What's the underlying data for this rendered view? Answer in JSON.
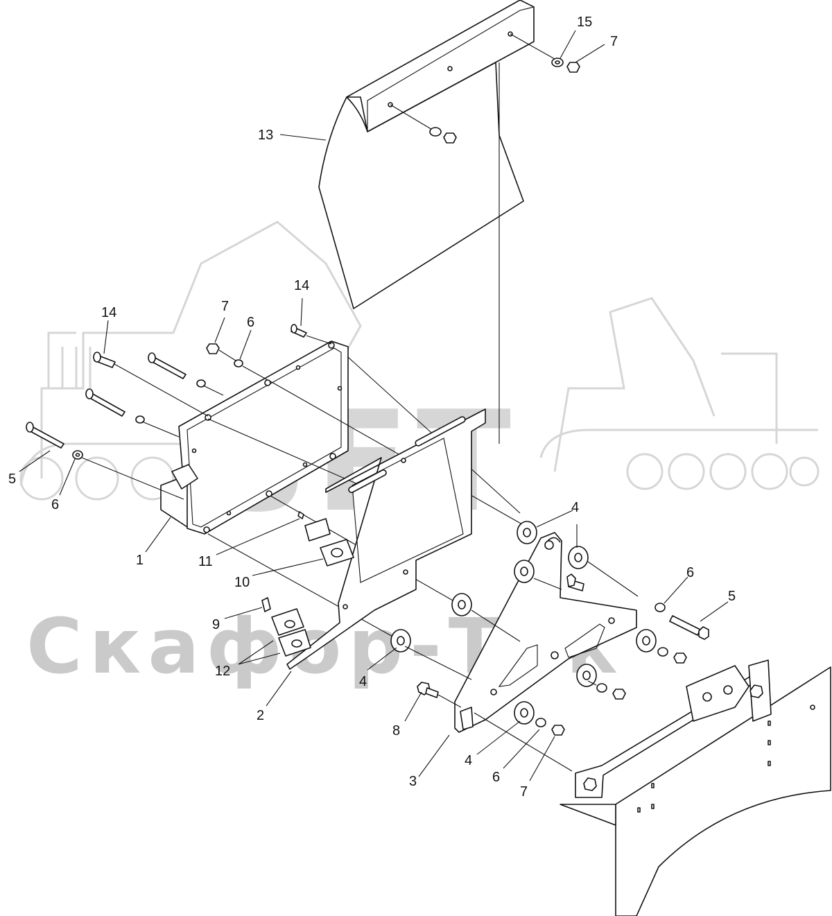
{
  "watermark": {
    "logo_text": "SFT",
    "company_text": "Скафор-Тек"
  },
  "callouts": [
    {
      "id": "c15",
      "text": "15"
    },
    {
      "id": "c7a",
      "text": "7"
    },
    {
      "id": "c13",
      "text": "13"
    },
    {
      "id": "c14a",
      "text": "14"
    },
    {
      "id": "c7b",
      "text": "7"
    },
    {
      "id": "c6a",
      "text": "6"
    },
    {
      "id": "c14b",
      "text": "14"
    },
    {
      "id": "c5a",
      "text": "5"
    },
    {
      "id": "c6b",
      "text": "6"
    },
    {
      "id": "c1",
      "text": "1"
    },
    {
      "id": "c11",
      "text": "11"
    },
    {
      "id": "c10",
      "text": "10"
    },
    {
      "id": "c9",
      "text": "9"
    },
    {
      "id": "c12",
      "text": "12"
    },
    {
      "id": "c2",
      "text": "2"
    },
    {
      "id": "c4a",
      "text": "4"
    },
    {
      "id": "c4b",
      "text": "4"
    },
    {
      "id": "c6c",
      "text": "6"
    },
    {
      "id": "c5b",
      "text": "5"
    },
    {
      "id": "c8",
      "text": "8"
    },
    {
      "id": "c3",
      "text": "3"
    },
    {
      "id": "c4c",
      "text": "4"
    },
    {
      "id": "c6d",
      "text": "6"
    },
    {
      "id": "c7c",
      "text": "7"
    }
  ]
}
